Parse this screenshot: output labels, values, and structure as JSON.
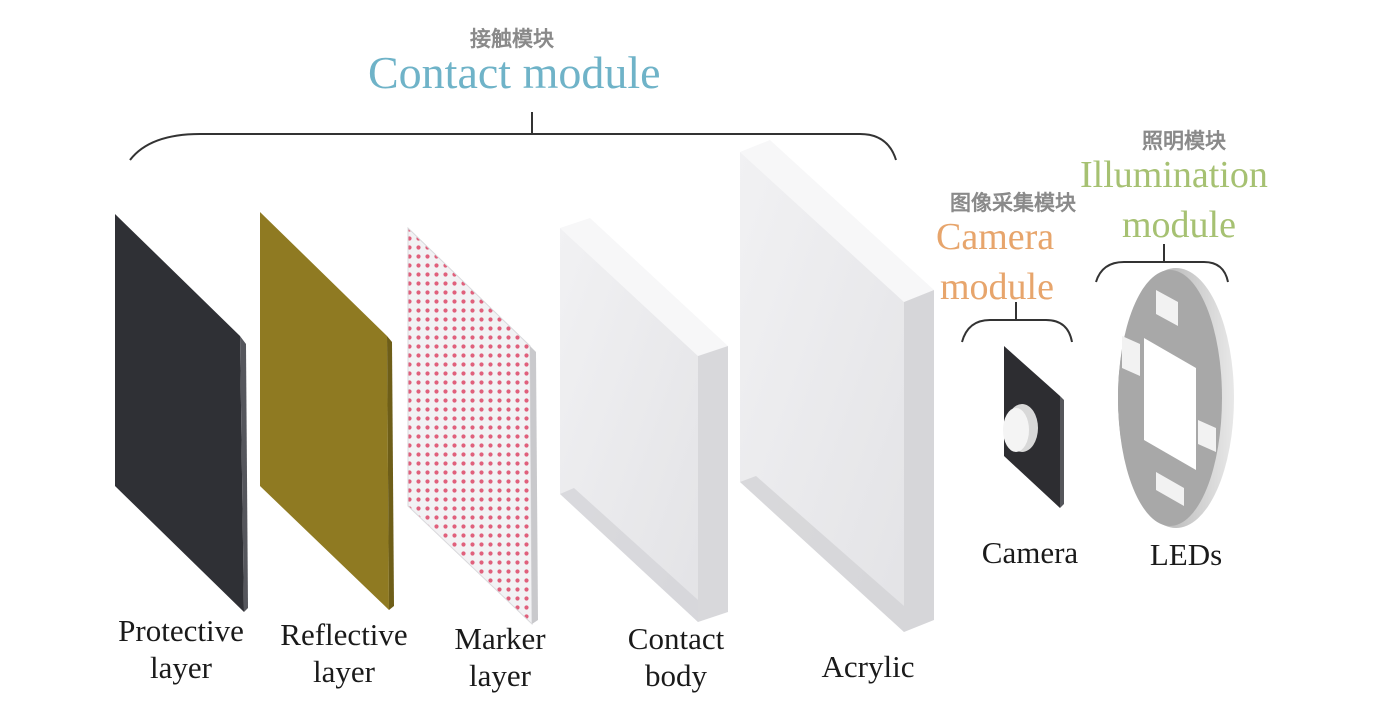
{
  "modules": {
    "contact": {
      "cn": "接触模块",
      "en": "Contact module",
      "color": "#6fb3c8"
    },
    "camera": {
      "cn": "图像采集模块",
      "en_line1": "Camera",
      "en_line2": "module",
      "color": "#e7a56c"
    },
    "illumination": {
      "cn": "照明模块",
      "en_line1": "Illumination",
      "en_line2": "module",
      "color": "#a6c172"
    }
  },
  "components": {
    "protective": {
      "line1": "Protective",
      "line2": "layer",
      "color": "#2f3035"
    },
    "reflective": {
      "line1": "Reflective",
      "line2": "layer",
      "color": "#8f7a22"
    },
    "marker": {
      "line1": "Marker",
      "line2": "layer",
      "dot_color": "#e0607c"
    },
    "contact_body": {
      "line1": "Contact",
      "line2": "body"
    },
    "acrylic": {
      "line1": "Acrylic"
    },
    "camera": {
      "line1": "Camera"
    },
    "leds": {
      "line1": "LEDs"
    }
  }
}
